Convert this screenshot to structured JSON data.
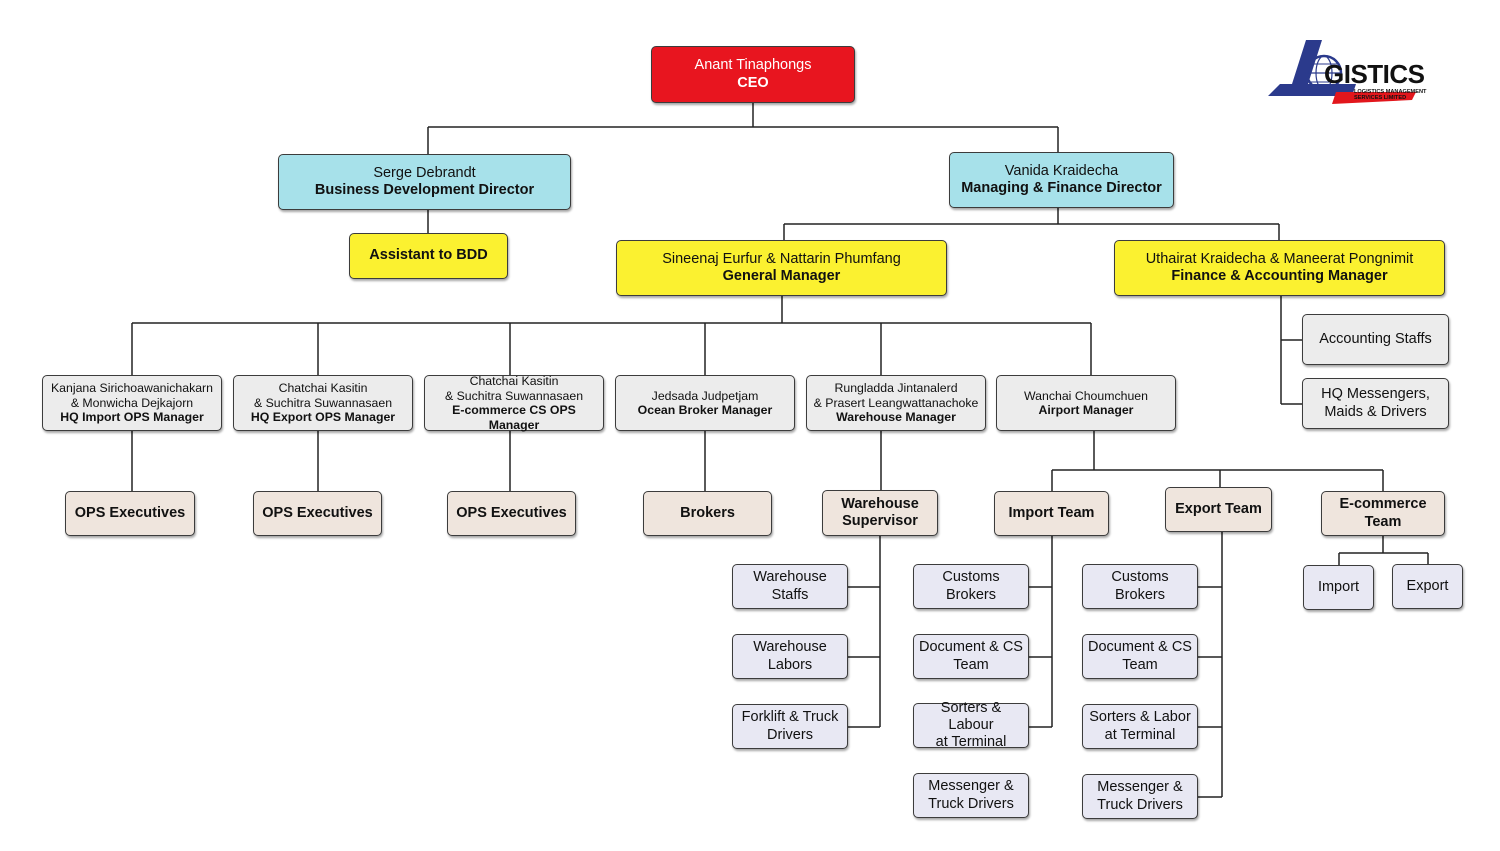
{
  "logo": {
    "word": "GISTICS",
    "subtitle": "LOGISTICS MANAGEMENT\nSERVICES LIMITED",
    "colors": {
      "blue": "#2b3a8c",
      "red": "#e2161c"
    }
  },
  "org": {
    "ceo": {
      "name": "Anant Tinaphongs",
      "role": "CEO"
    },
    "bdd": {
      "name": "Serge Debrandt",
      "role": "Business Development Director"
    },
    "assistant_bdd": {
      "name": "Assistant to BDD"
    },
    "mfd": {
      "name": "Vanida Kraidecha",
      "role": "Managing & Finance Director"
    },
    "gm": {
      "name": "Sineenaj Eurfur & Nattarin Phumfang",
      "role": "General Manager"
    },
    "fam": {
      "name": "Uthairat Kraidecha & Maneerat Pongnimit",
      "role": "Finance & Accounting Manager"
    },
    "accounting_staffs": {
      "name": "Accounting Staffs"
    },
    "hq_messengers": {
      "name": "HQ Messengers,\nMaids & Drivers"
    },
    "hq_import": {
      "name": "Kanjana Sirichoawanichakarn\n& Monwicha Dejkajorn",
      "role": "HQ Import OPS Manager"
    },
    "hq_export": {
      "name": "Chatchai Kasitin\n& Suchitra Suwannasaen",
      "role": "HQ Export OPS Manager"
    },
    "ecom_cs": {
      "name": "Chatchai Kasitin\n& Suchitra Suwannasaen",
      "role": "E-commerce CS OPS Manager"
    },
    "ocean": {
      "name": "Jedsada Judpetjam",
      "role": "Ocean Broker Manager"
    },
    "warehouse_mgr": {
      "name": "Rungladda Jintanalerd\n& Prasert Leangwattanachoke",
      "role": "Warehouse Manager"
    },
    "airport": {
      "name": "Wanchai Choumchuen",
      "role": "Airport Manager"
    },
    "ops_exec_1": {
      "name": "OPS Executives"
    },
    "ops_exec_2": {
      "name": "OPS Executives"
    },
    "ops_exec_3": {
      "name": "OPS Executives"
    },
    "brokers": {
      "name": "Brokers"
    },
    "wh_supervisor": {
      "name": "Warehouse\nSupervisor"
    },
    "import_team": {
      "name": "Import Team"
    },
    "export_team": {
      "name": "Export Team"
    },
    "ecom_team": {
      "name": "E-commerce\nTeam"
    },
    "wh_staffs": {
      "name": "Warehouse\nStaffs"
    },
    "wh_labors": {
      "name": "Warehouse\nLabors"
    },
    "wh_forklift": {
      "name": "Forklift & Truck\nDrivers"
    },
    "imp_customs": {
      "name": "Customs\nBrokers"
    },
    "imp_doc": {
      "name": "Document & CS\nTeam"
    },
    "imp_sorters": {
      "name": "Sorters & Labour\nat Terminal"
    },
    "imp_messenger": {
      "name": "Messenger &\nTruck Drivers"
    },
    "exp_customs": {
      "name": "Customs\nBrokers"
    },
    "exp_doc": {
      "name": "Document & CS\nTeam"
    },
    "exp_sorters": {
      "name": "Sorters & Labor\nat Terminal"
    },
    "exp_messenger": {
      "name": "Messenger &\nTruck Drivers"
    },
    "ecom_import": {
      "name": "Import"
    },
    "ecom_export": {
      "name": "Export"
    }
  }
}
